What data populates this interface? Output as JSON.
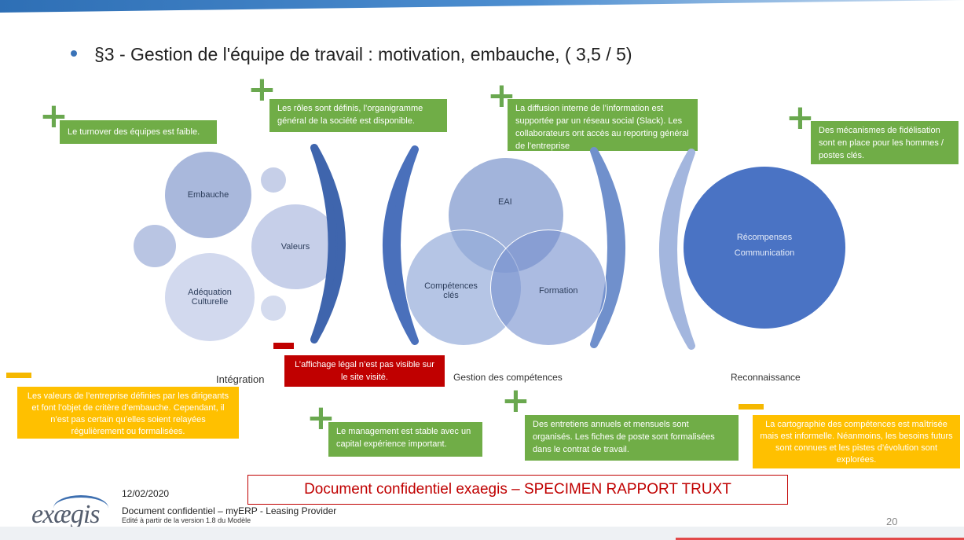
{
  "title": "§3 - Gestion de l'équipe de travail : motivation, embauche, ( 3,5 / 5)",
  "boxes": {
    "turnover": "Le turnover des équipes est faible.",
    "roles": "Les rôles sont définis, l’organigramme général de la société est disponible.",
    "diffusion": "La diffusion interne de l’information est supportée par un réseau social (Slack). Les collaborateurs ont accès au reporting général de l’entreprise",
    "fidelisation": "Des mécanismes de fidélisation sont en place pour les hommes / postes clés.",
    "valeurs": "Les valeurs de l’entreprise définies par les dirigeants et  font l’objet de critère d’embauche. Cependant, il n’est pas certain qu’elles soient relayées régulièrement ou formalisées.",
    "affichage": "L’affichage légal n’est pas visible sur le site visité.",
    "management": "Le management est stable avec un capital expérience important.",
    "entretiens": "Des entretiens annuels et mensuels sont organisés. Les  fiches de poste sont formalisées dans le contrat de travail.",
    "cartographie": "La cartographie des compétences est maîtrisée mais est informelle. Néanmoins, les besoins futurs sont connues et les pistes d’évolution sont explorées."
  },
  "circles": {
    "embauche": "Embauche",
    "valeurs": "Valeurs",
    "adequation": "Adéquation Culturelle",
    "eai": "EAI",
    "competences": "Compétences clés",
    "formation": "Formation",
    "recompenses": "Récompenses",
    "communication": "Communication"
  },
  "sections": {
    "integration": "Intégration",
    "gestion": "Gestion des compétences",
    "reconnaissance": "Reconnaissance"
  },
  "footer": {
    "confidential_banner": "Document confidentiel exaegis – SPECIMEN RAPPORT TRUXT",
    "date": "12/02/2020",
    "doc_line": "Document confidentiel – myERP - Leasing Provider",
    "edition_line": "Edité à partir de la version 1.8 du Modèle",
    "logo_text": "exægis",
    "page_number": "20"
  },
  "colors": {
    "positive": "#70ad47",
    "neutral": "#ffc000",
    "negative": "#c00000",
    "circle_light": "#c5d0e8",
    "circle_dark": "#4472c4"
  }
}
